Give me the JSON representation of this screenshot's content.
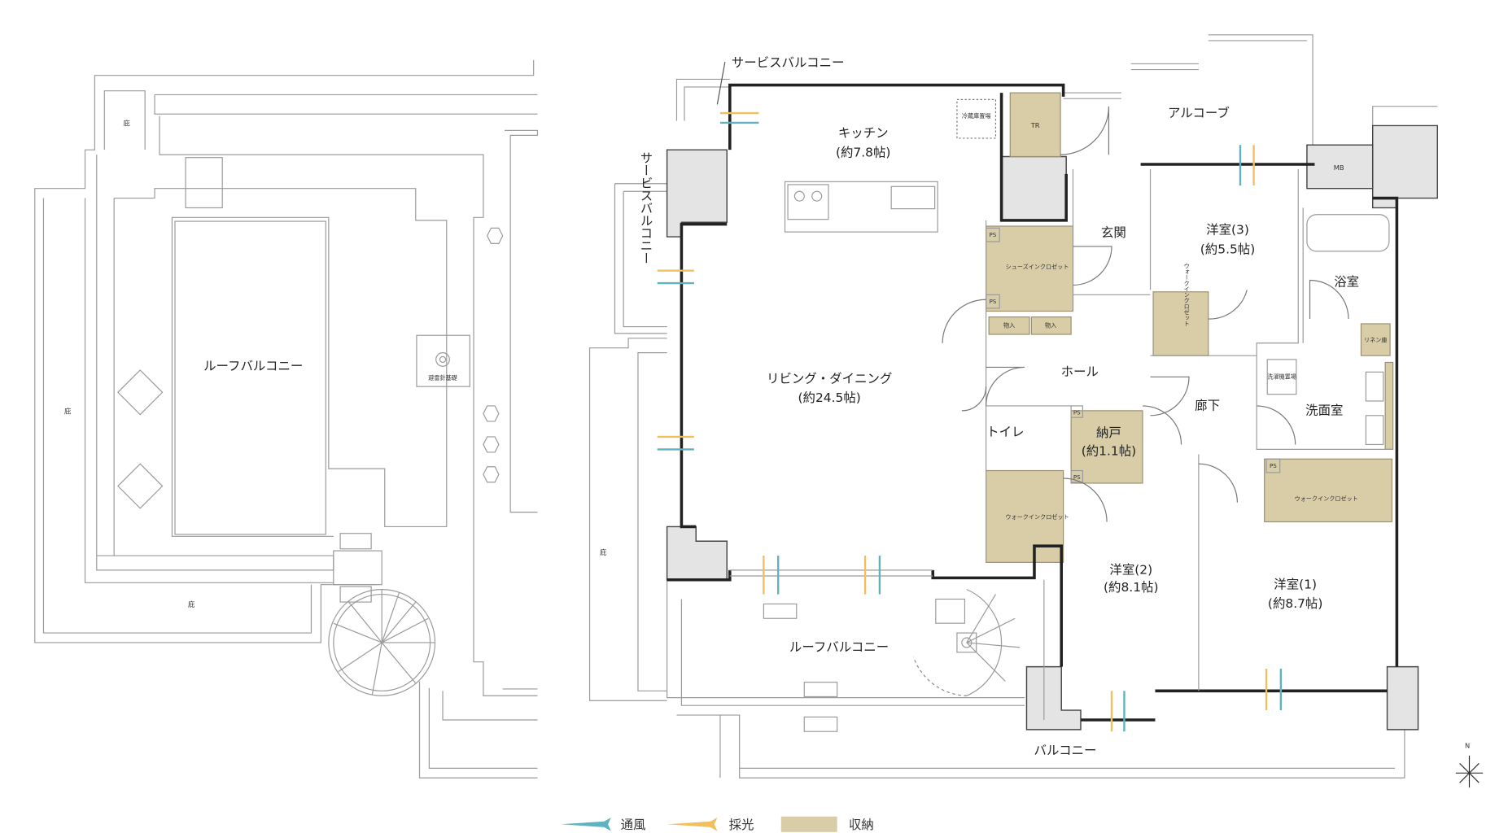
{
  "colors": {
    "wall": "#222222",
    "column": "#e4e4e4",
    "storage": "#d8cda6",
    "ventilation": "#5fb3c0",
    "lighting": "#f0c060"
  },
  "upper_floor": {
    "roof_balcony": "ルーフバルコニー",
    "lightning_rod": "避雷針基礎",
    "eaves": [
      "庇",
      "庇",
      "庇"
    ]
  },
  "main_floor": {
    "service_balcony_top": "サービスバルコニー",
    "service_balcony_side": "サービスバルコニー",
    "kitchen": {
      "name": "キッチン",
      "size": "(約7.8帖)"
    },
    "fridge": "冷蔵庫置場",
    "living": {
      "name": "リビング・ダイニング",
      "size": "(約24.5帖)"
    },
    "tr": "TR",
    "alcove": "アルコーブ",
    "mb": "MB",
    "entrance": "玄関",
    "shoe_closet": "シューズインクロゼット",
    "ps": [
      "PS",
      "PS",
      "PS",
      "PS",
      "PS"
    ],
    "storage": [
      "物入",
      "物入"
    ],
    "room3": {
      "name": "洋室(3)",
      "size": "(約5.5帖)"
    },
    "wic": [
      "ウォークインクロゼット",
      "ウォークインクロゼット",
      "ウォークインクロゼット"
    ],
    "bath": "浴室",
    "linen": "リネン庫",
    "hall": "ホール",
    "corridor": "廊下",
    "washroom": "洗面室",
    "washer": "洗濯機置場",
    "toilet": "トイレ",
    "closet": {
      "name": "納戸",
      "size": "(約1.1帖)"
    },
    "room2": {
      "name": "洋室(2)",
      "size": "(約8.1帖)"
    },
    "room1": {
      "name": "洋室(1)",
      "size": "(約8.7帖)"
    },
    "roof_balcony": "ルーフバルコニー",
    "balcony": "バルコニー",
    "eave": "庇",
    "north": "N"
  },
  "legend": [
    {
      "label": "通風",
      "type": "ventilation"
    },
    {
      "label": "採光",
      "type": "lighting"
    },
    {
      "label": "収納",
      "type": "storage"
    }
  ]
}
